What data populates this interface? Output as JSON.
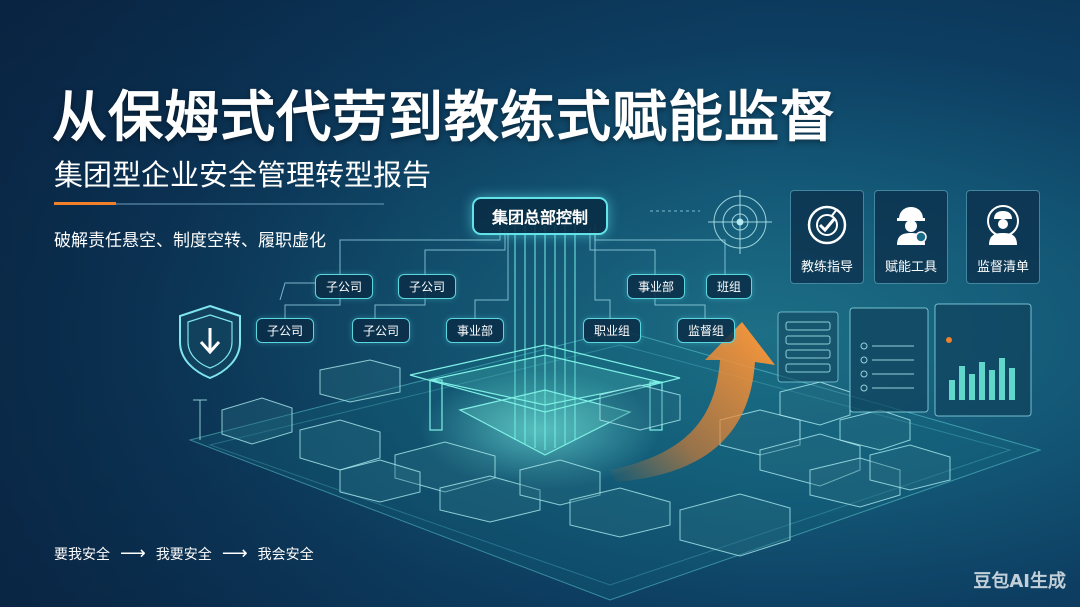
{
  "title": "从保姆式代劳到教练式赋能监督",
  "subtitle": "集团型企业安全管理转型报告",
  "tagline": "破解责任悬空、制度空转、履职虚化",
  "flow": [
    "要我安全",
    "我要安全",
    "我会安全"
  ],
  "org": {
    "main": "集团总部控制",
    "nodes": [
      "子公司",
      "子公司",
      "子公司",
      "子公司",
      "事业部",
      "事业部",
      "班组",
      "职业组",
      "监督组"
    ]
  },
  "tools": [
    "教练指导",
    "赋能工具",
    "监督清单"
  ],
  "panels": {
    "left_title": "人员数据",
    "right_title": "9 小城鸡数据"
  },
  "watermark": "豆包AI生成",
  "colors": {
    "accent_orange": "#f0802a",
    "cyan": "#59d8e0",
    "bg_dark": "#0a2c4d"
  },
  "icons": [
    "shield-download-icon",
    "radar-icon",
    "target-check-icon",
    "worker-icon",
    "inspector-icon",
    "growth-arrow-icon"
  ]
}
